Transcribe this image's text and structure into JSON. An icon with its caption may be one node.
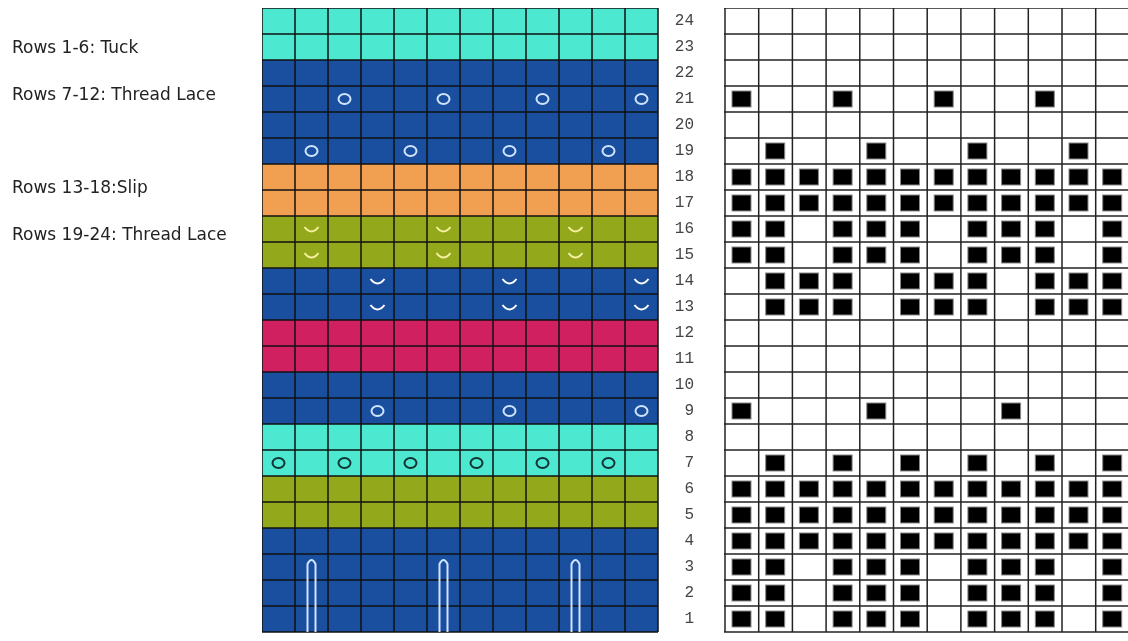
{
  "diagram": {
    "labels": [
      "Rows 1-6: Tuck",
      "Rows 7-12: Thread Lace",
      "Rows 13-18:Slip",
      "Rows 19-24: Thread Lace",
      "24",
      "23",
      "22",
      "21",
      "20",
      "19",
      "18",
      "17",
      "16",
      "15",
      "14",
      "13",
      "12",
      "11",
      "10",
      "9",
      "8",
      "7",
      "6",
      "5",
      "4",
      "3",
      "2",
      "1"
    ]
  }
}
